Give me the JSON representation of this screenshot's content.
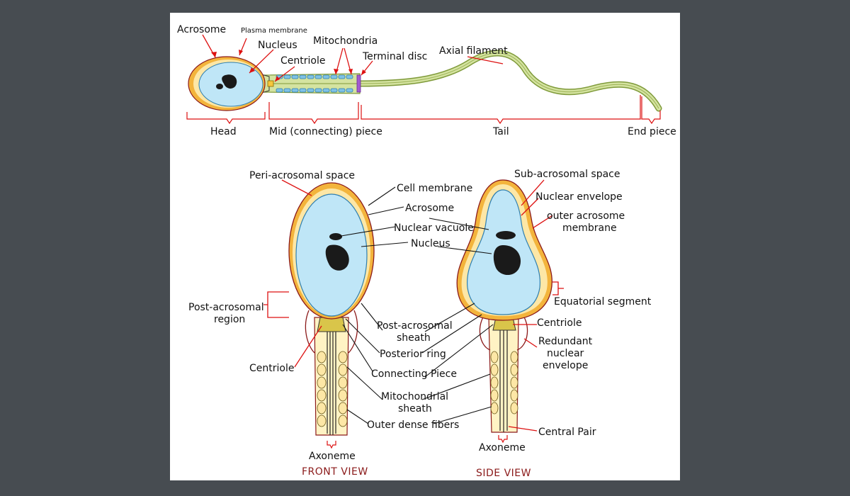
{
  "colors": {
    "background": "#474c51",
    "panel": "#ffffff",
    "nucleus_blue": "#bfe6f7",
    "acrosome_orange": "#f3b43c",
    "acrosome_yellow": "#fde7a6",
    "membrane_red": "#8b1a1a",
    "tail_green": "#c7d98a",
    "mitochondria_blue": "#7fc2e6",
    "pointer_red": "#dd1111",
    "view_title": "#8b1a1a"
  },
  "top_diagram": {
    "labels": {
      "acrosome": "Acrosome",
      "plasma_membrane": "Plasma membrane",
      "nucleus": "Nucleus",
      "centriole": "Centriole",
      "mitochondria": "Mitochondria",
      "terminal_disc": "Terminal disc",
      "axial_filament": "Axial filament"
    },
    "regions": {
      "head": "Head",
      "mid_piece": "Mid (connecting) piece",
      "tail": "Tail",
      "end_piece": "End piece"
    }
  },
  "front_view": {
    "title": "FRONT VIEW",
    "labels": {
      "peri_acrosomal_space": "Peri-acrosomal space",
      "cell_membrane": "Cell membrane",
      "acrosome": "Acrosome",
      "nuclear_vacuoles": "Nuclear vacuoles",
      "nucleus": "Nucleus",
      "post_acrosomal_region_1": "Post-acrosomal",
      "post_acrosomal_region_2": "region",
      "post_acrosomal_sheath_1": "Post-acrosomal",
      "post_acrosomal_sheath_2": "sheath",
      "posterior_ring": "Posterior ring",
      "centriole": "Centriole",
      "connecting_piece": "Connecting Piece",
      "mitochondrial_sheath_1": "Mitochondrial",
      "mitochondrial_sheath_2": "sheath",
      "outer_dense_fibers": "Outer dense fibers",
      "axoneme": "Axoneme"
    }
  },
  "side_view": {
    "title": "SIDE VIEW",
    "labels": {
      "sub_acrosomal_space": "Sub-acrosomal space",
      "nuclear_envelope": "Nuclear envelope",
      "outer_acrosome_membrane_1": "outer acrosome",
      "outer_acrosome_membrane_2": "membrane",
      "equatorial_segment": "Equatorial segment",
      "centriole": "Centriole",
      "redundant_nuclear_envelope_1": "Redundant",
      "redundant_nuclear_envelope_2": "nuclear",
      "redundant_nuclear_envelope_3": "envelope",
      "central_pair": "Central Pair",
      "axoneme": "Axoneme"
    }
  }
}
